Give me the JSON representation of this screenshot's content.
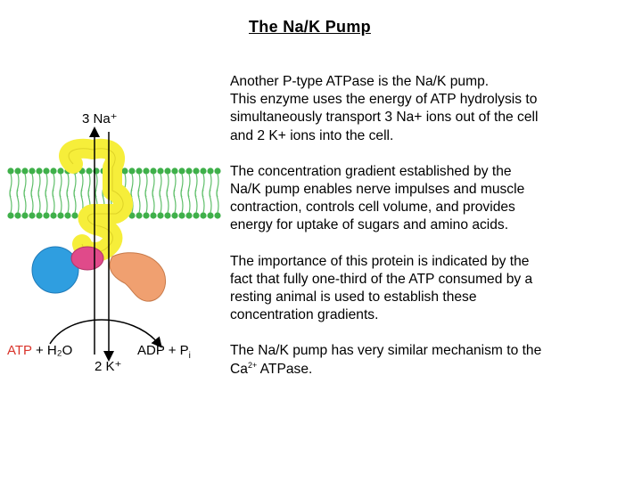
{
  "title": "The Na/K Pump",
  "figure": {
    "top_label": "3 Na⁺",
    "atp_label": "ATP",
    "water_label": "+ H₂O",
    "k_label": "2 K⁺",
    "adp_label": "ADP + P",
    "pi_subscript": "i",
    "colors": {
      "lipid_head": "#3fb04a",
      "lipid_tail": "#5fbf6a",
      "pump_yellow": "#f6ee3a",
      "domain_blue": "#2f9ee0",
      "domain_pink": "#e04a8a",
      "domain_orange": "#f0a070",
      "atp_red": "#d9342b"
    }
  },
  "paragraphs": [
    {
      "lines": [
        "Another P-type ATPase is the Na/K pump.",
        "This enzyme uses the energy of ATP hydrolysis to",
        "simultaneously transport 3 Na+ ions out of the cell",
        "and 2 K+ ions into the cell."
      ]
    },
    {
      "lines": [
        "The concentration gradient established by the",
        "Na/K pump enables nerve impulses and muscle",
        "contraction, controls cell volume, and provides",
        "energy for uptake of sugars and amino acids."
      ]
    },
    {
      "lines": [
        "The importance of this protein is indicated by the",
        "fact that fully one-third of the ATP consumed by a",
        "resting animal is used to establish these",
        "concentration gradients."
      ]
    },
    {
      "lines": [
        "The Na/K pump has very similar mechanism to the"
      ],
      "last_line_prefix": "Ca",
      "last_line_sup": "2+",
      "last_line_suffix": " ATPase."
    }
  ]
}
